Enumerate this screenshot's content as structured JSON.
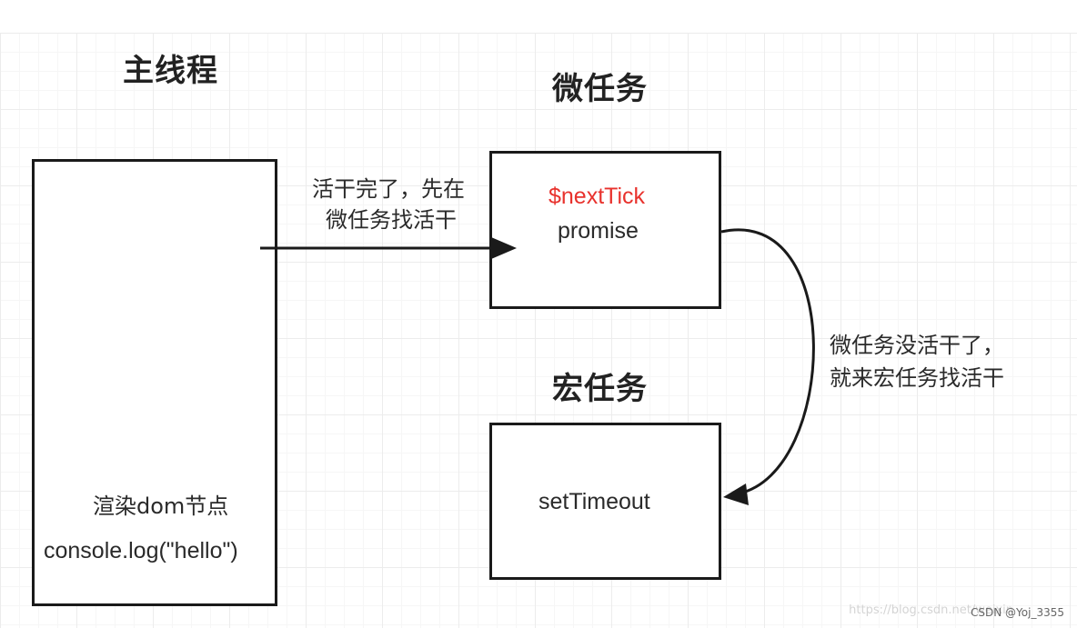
{
  "headings": {
    "main_thread": "主线程",
    "micro_task": "微任务",
    "macro_task": "宏任务"
  },
  "main_box": {
    "line1": "渲染dom节点",
    "line2": "console.log(\"hello\")"
  },
  "micro_box": {
    "item1": "$nextTick",
    "item2": "promise"
  },
  "macro_box": {
    "item1": "setTimeout"
  },
  "notes": {
    "to_micro_line1": "活干完了，先在",
    "to_micro_line2": "微任务找活干",
    "to_macro_line1": "微任务没活干了，",
    "to_macro_line2": "就来宏任务找活干"
  },
  "watermark": {
    "faint": "https://blog.csdn.net/weixin",
    "credit": "CSDN @Yoj_3355"
  },
  "colors": {
    "highlight": "#e8322d",
    "stroke": "#1a1a1a",
    "grid": "#ececec"
  }
}
